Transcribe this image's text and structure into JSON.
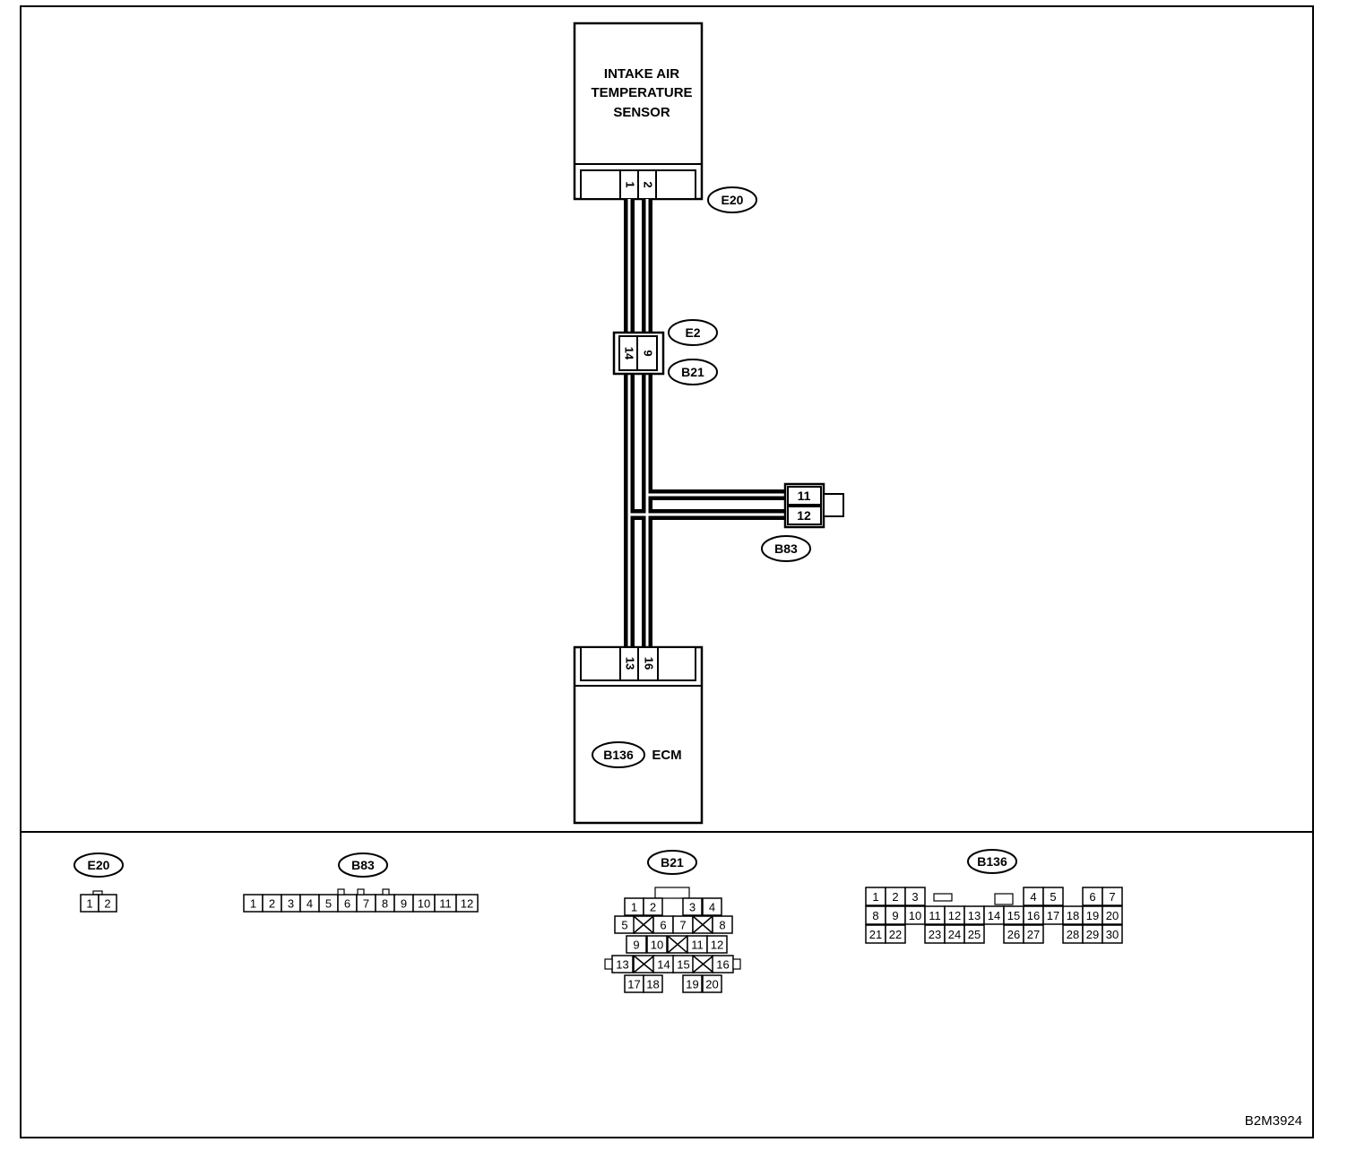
{
  "sensor": {
    "name_lines": [
      "INTAKE AIR",
      "TEMPERATURE",
      "SENSOR"
    ],
    "connector_id": "E20",
    "pins": [
      "1",
      "2"
    ]
  },
  "joint_connector": {
    "upper_id": "E2",
    "lower_id": "B21",
    "pins": [
      "14",
      "9"
    ]
  },
  "branch_connector": {
    "id": "B83",
    "pins": [
      "11",
      "12"
    ]
  },
  "ecm": {
    "connector_id": "B136",
    "name": "ECM",
    "pins": [
      "13",
      "16"
    ]
  },
  "connector_views": {
    "e20": {
      "id": "E20",
      "pins": [
        "1",
        "2"
      ]
    },
    "b83": {
      "id": "B83",
      "pins": [
        "1",
        "2",
        "3",
        "4",
        "5",
        "6",
        "7",
        "8",
        "9",
        "10",
        "11",
        "12"
      ]
    },
    "b21": {
      "id": "B21",
      "rows": [
        [
          "1",
          "2",
          "",
          "3",
          "4"
        ],
        [
          "5",
          "X",
          "6",
          "7",
          "X",
          "8"
        ],
        [
          "9",
          "10",
          "X",
          "11",
          "12"
        ],
        [
          "13",
          "X",
          "14",
          "15",
          "X",
          "16"
        ],
        [
          "17",
          "18",
          "",
          "19",
          "20"
        ]
      ]
    },
    "b136": {
      "id": "B136",
      "rows": [
        [
          "1",
          "2",
          "3",
          "",
          "",
          "",
          "",
          "",
          "4",
          "5",
          "",
          "6",
          "7"
        ],
        [
          "8",
          "9",
          "10",
          "11",
          "12",
          "13",
          "14",
          "15",
          "16",
          "17",
          "18",
          "19",
          "20"
        ],
        [
          "21",
          "22",
          "",
          "23",
          "24",
          "25",
          "",
          "26",
          "27",
          "",
          "28",
          "29",
          "30"
        ]
      ]
    }
  },
  "figure_code": "B2M3924"
}
